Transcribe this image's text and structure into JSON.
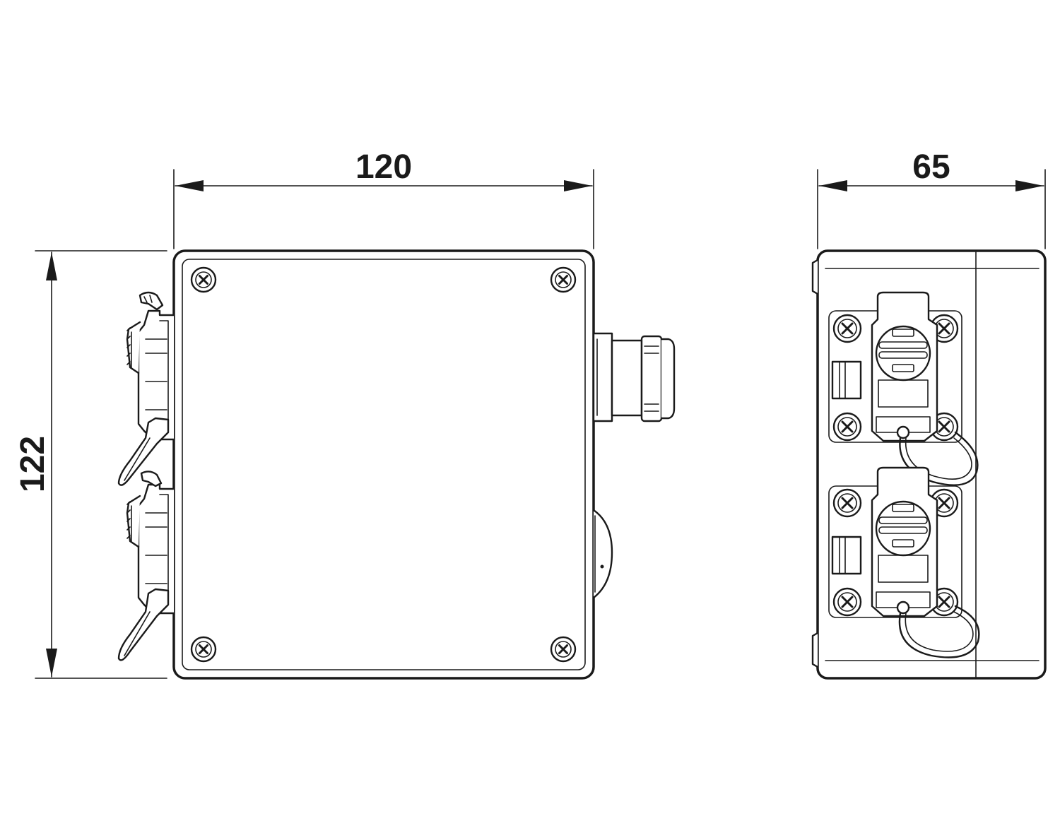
{
  "dimensions": {
    "front_width": "120",
    "side_depth": "65",
    "height": "122"
  },
  "colors": {
    "line": "#1a1a1a",
    "background": "#ffffff"
  }
}
